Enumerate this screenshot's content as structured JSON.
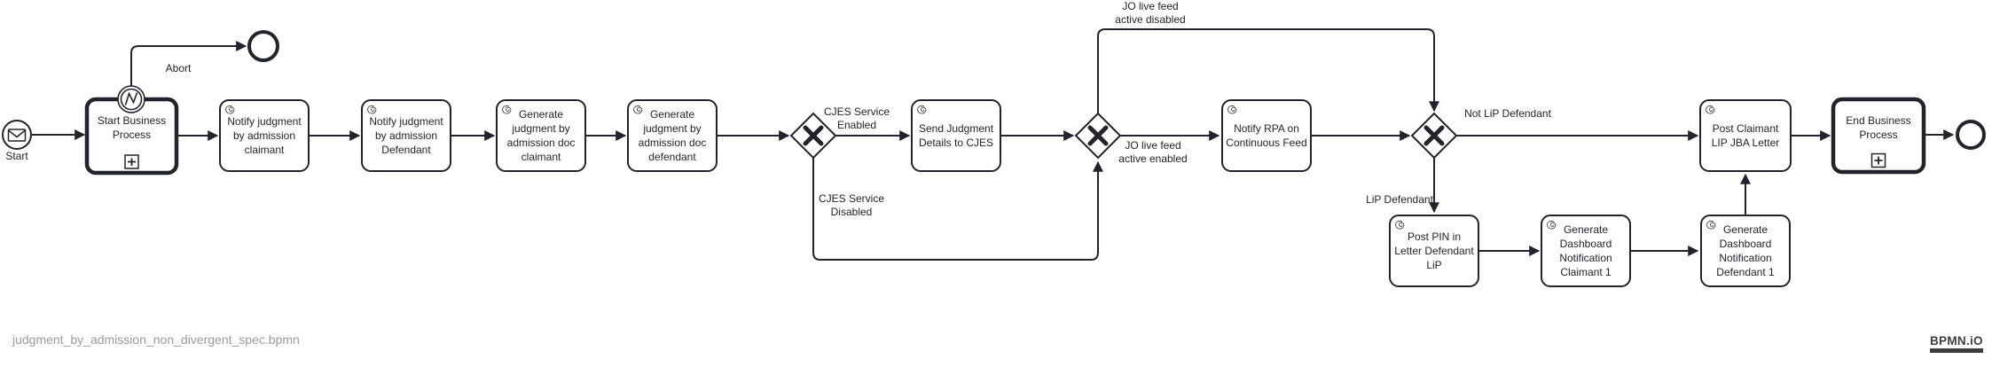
{
  "footer": {
    "filename": "judgment_by_admission_non_divergent_spec.bpmn",
    "watermark": "BPMN.iO"
  },
  "events": {
    "start": "Start",
    "abort": "Abort"
  },
  "activities": {
    "start_business_process": "Start Business Process",
    "notify_judgment_claimant": "Notify judgment by admission claimant",
    "notify_judgment_defendant": "Notify judgment by admission Defendant",
    "generate_doc_claimant": "Generate judgment by admission doc claimant",
    "generate_doc_defendant": "Generate judgment by admission doc defendant",
    "send_judgment_cjes": "Send Judgment Details to CJES",
    "notify_rpa": "Notify RPA on Continuous Feed",
    "post_pin_letter": "Post PIN in Letter Defendant LiP",
    "dashboard_claimant": "Generate Dashboard Notification Claimant 1",
    "dashboard_defendant": "Generate Dashboard Notification Defendant 1",
    "post_claimant_letter": "Post Claimant LIP JBA Letter",
    "end_business_process": "End Business Process"
  },
  "flow_labels": {
    "cjes_enabled": "CJES Service\nEnabled",
    "cjes_disabled": "CJES Service\nDisabled",
    "jo_feed_disabled": "JO live feed\nactive disabled",
    "jo_feed_enabled": "JO live feed\nactive enabled",
    "not_lip_defendant": "Not LiP Defendant",
    "lip_defendant": "LiP Defendant"
  },
  "icons": {
    "start_event": "message-envelope-icon",
    "boundary": "error-zigzag-icon",
    "gateway": "xor-x-icon",
    "call_activity_marker": "subprocess-plus-icon",
    "task_corner": "scribble-service-icon"
  },
  "colors": {
    "stroke": "#22242c",
    "label": "#22242c",
    "filename_text": "#9b9b9b",
    "watermark_text": "#3d3d3d",
    "fill": "#ffffff"
  }
}
